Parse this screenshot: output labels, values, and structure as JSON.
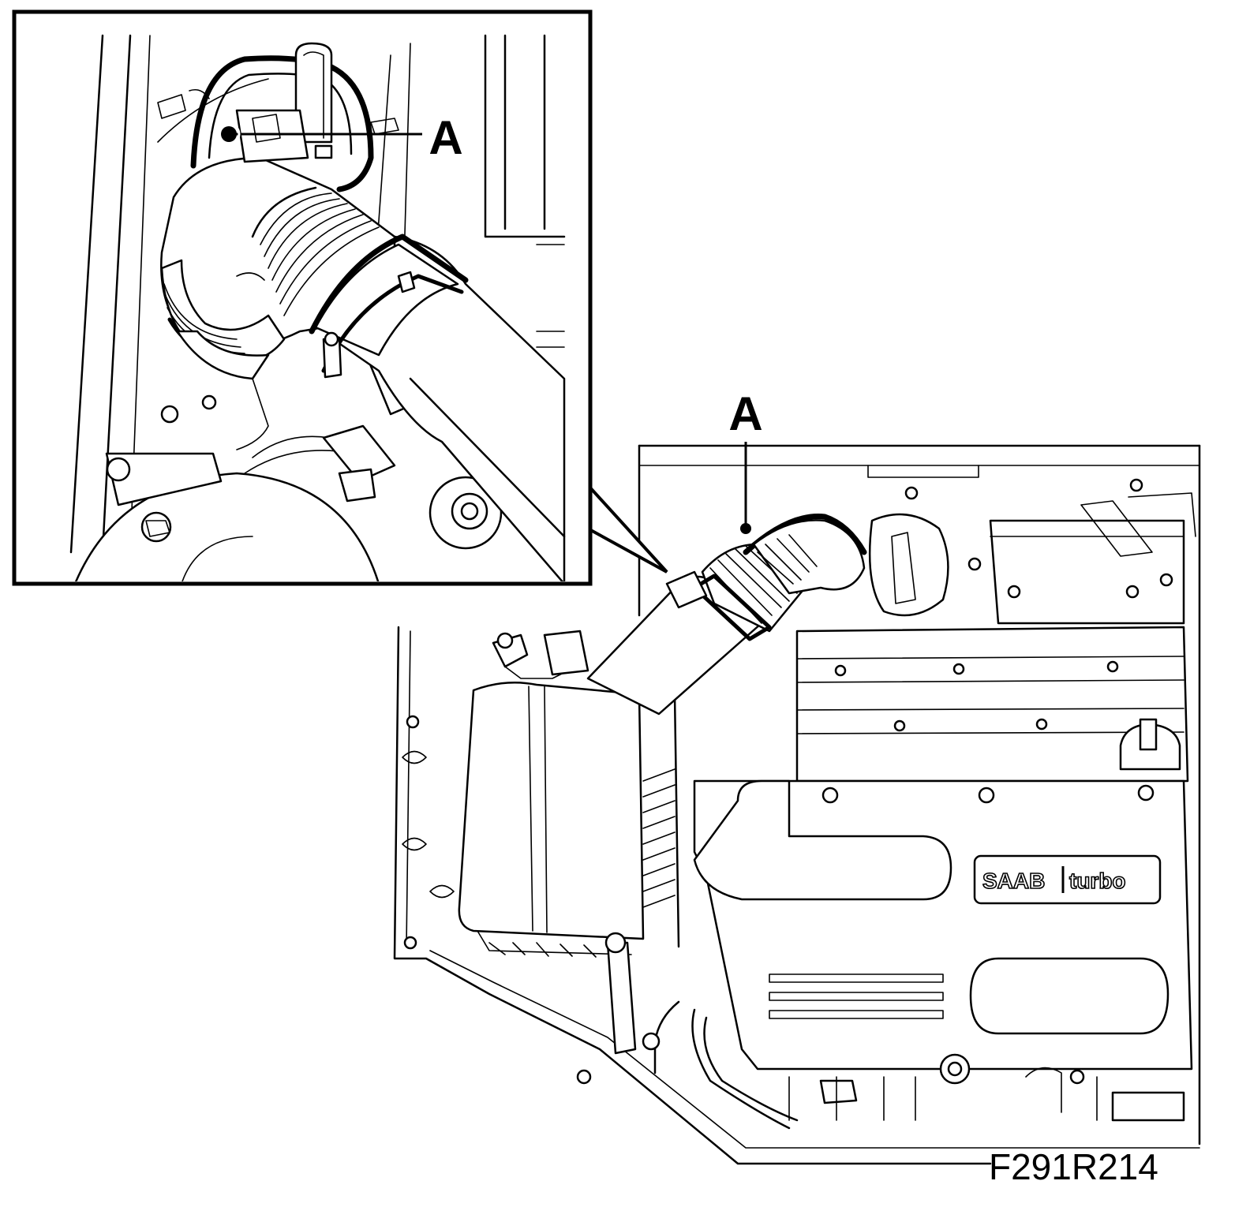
{
  "labels": {
    "inset_callout": "A",
    "main_callout": "A",
    "figure_code": "F291R214"
  },
  "badge": {
    "brand": "SAAB",
    "model": "turbo"
  },
  "icons": {
    "inset": "hose-clamp-closeup",
    "main": "engine-bay-overview"
  }
}
